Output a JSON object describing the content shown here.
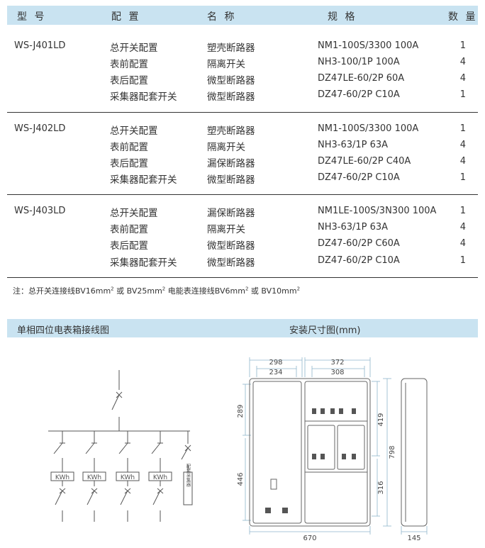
{
  "table": {
    "headers": [
      "型 号",
      "配 置",
      "名 称",
      "规 格",
      "数 量"
    ],
    "groups": [
      {
        "model": "WS-J401LD",
        "rows": [
          {
            "config": "总开关配置",
            "name": "塑壳断路器",
            "spec": "NM1-100S/3300 100A",
            "qty": "1"
          },
          {
            "config": "表前配置",
            "name": "隔离开关",
            "spec": "NH3-100/1P 100A",
            "qty": "4"
          },
          {
            "config": "表后配置",
            "name": "微型断路器",
            "spec": "DZ47LE-60/2P 60A",
            "qty": "4"
          },
          {
            "config": "采集器配套开关",
            "name": "微型断路器",
            "spec": "DZ47-60/2P C10A",
            "qty": "1"
          }
        ]
      },
      {
        "model": "WS-J402LD",
        "rows": [
          {
            "config": "总开关配置",
            "name": "塑壳断路器",
            "spec": "NM1-100S/3300 100A",
            "qty": "1"
          },
          {
            "config": "表前配置",
            "name": "隔离开关",
            "spec": "NH3-63/1P 63A",
            "qty": "4"
          },
          {
            "config": "表后配置",
            "name": "漏保断路器",
            "spec": "DZ47LE-60/2P C40A",
            "qty": "4"
          },
          {
            "config": "采集器配套开关",
            "name": "微型断路器",
            "spec": "DZ47-60/2P C10A",
            "qty": "1"
          }
        ]
      },
      {
        "model": "WS-J403LD",
        "rows": [
          {
            "config": "总开关配置",
            "name": "漏保断路器",
            "spec": "NM1LE-100S/3N300 100A",
            "qty": "1"
          },
          {
            "config": "表前配置",
            "name": "隔离开关",
            "spec": "NH3-63/1P 63A",
            "qty": "4"
          },
          {
            "config": "表后配置",
            "name": "微型断路器",
            "spec": "DZ47-60/2P C60A",
            "qty": "4"
          },
          {
            "config": "采集器配套开关",
            "name": "微型断路器",
            "spec": "DZ47-60/2P C10A",
            "qty": "1"
          }
        ]
      }
    ]
  },
  "note": {
    "prefix": "注：总开关连接线BV16mm",
    "mid1": " 或 BV25mm",
    "mid2": " 电能表连接线BV6mm",
    "mid3": " 或 BV10mm",
    "sup": "2"
  },
  "section": {
    "wiring_title": "单相四位电表箱接线图",
    "dims_title": "安装尺寸图(mm)"
  },
  "wiring": {
    "meter_label": "KWh",
    "collector_label": "配套采集器"
  },
  "dims": {
    "top_outer_left": "298",
    "top_inner_left": "234",
    "top_outer_right": "372",
    "top_inner_right": "308",
    "left_upper": "289",
    "left_lower": "446",
    "right_upper": "419",
    "right_lower": "316",
    "total_height": "798",
    "bottom_width": "670",
    "side_depth": "145"
  },
  "colors": {
    "header_bg": "#c9e3f1",
    "text": "#333333",
    "drawing_line": "#555555",
    "dim_line": "#8fb5cc"
  }
}
